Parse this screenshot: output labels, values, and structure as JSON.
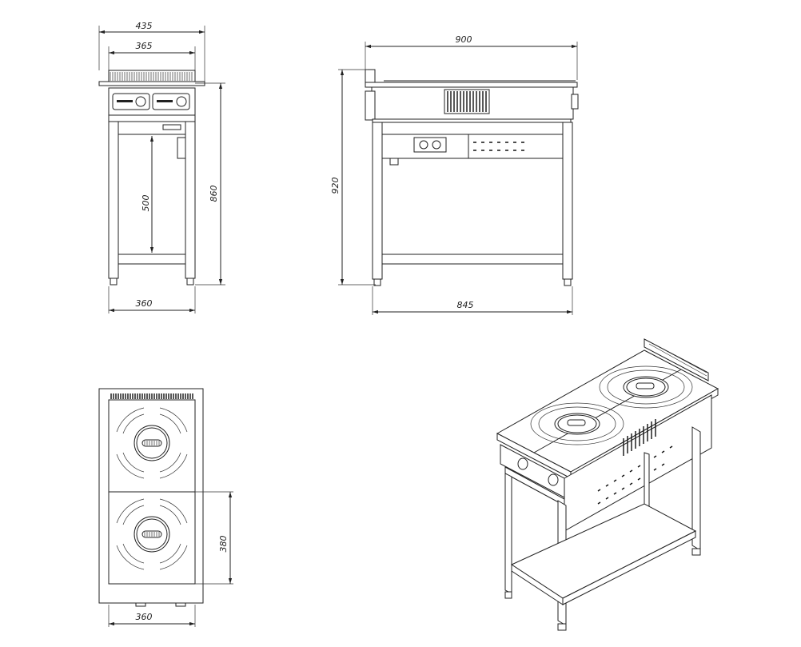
{
  "front_view": {
    "dim_overall_width": "435",
    "dim_top_width": "365",
    "dim_leg_height": "500",
    "dim_total_height": "860",
    "dim_base_width": "360"
  },
  "side_view": {
    "dim_top_length": "900",
    "dim_total_height": "920",
    "dim_base_length": "845"
  },
  "top_view": {
    "dim_zone_depth": "380",
    "dim_width": "360"
  },
  "colors": {
    "line": "#222222",
    "background": "#ffffff"
  }
}
